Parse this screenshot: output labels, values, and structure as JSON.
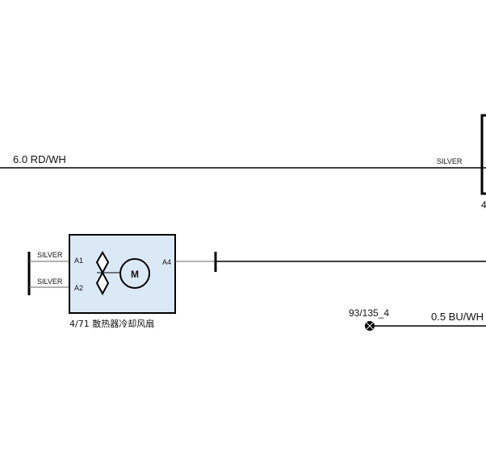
{
  "wire_top": {
    "label": "6.0 RD/WH",
    "right_connector": "SILVER"
  },
  "right_component_partial": {
    "label_fragment": "4"
  },
  "fan_component": {
    "label": "4/71 散热器冷却风扇",
    "motor_symbol": "M",
    "pins": [
      {
        "id": "A1",
        "connector": "SILVER"
      },
      {
        "id": "A2",
        "connector": "SILVER"
      },
      {
        "id": "A4"
      }
    ]
  },
  "splice": {
    "label": "93/135_4",
    "wire_label": "0.5 BU/WH"
  },
  "colors": {
    "component_fill": "#dbe9f7",
    "line": "#000000",
    "thin_line": "#666666"
  }
}
